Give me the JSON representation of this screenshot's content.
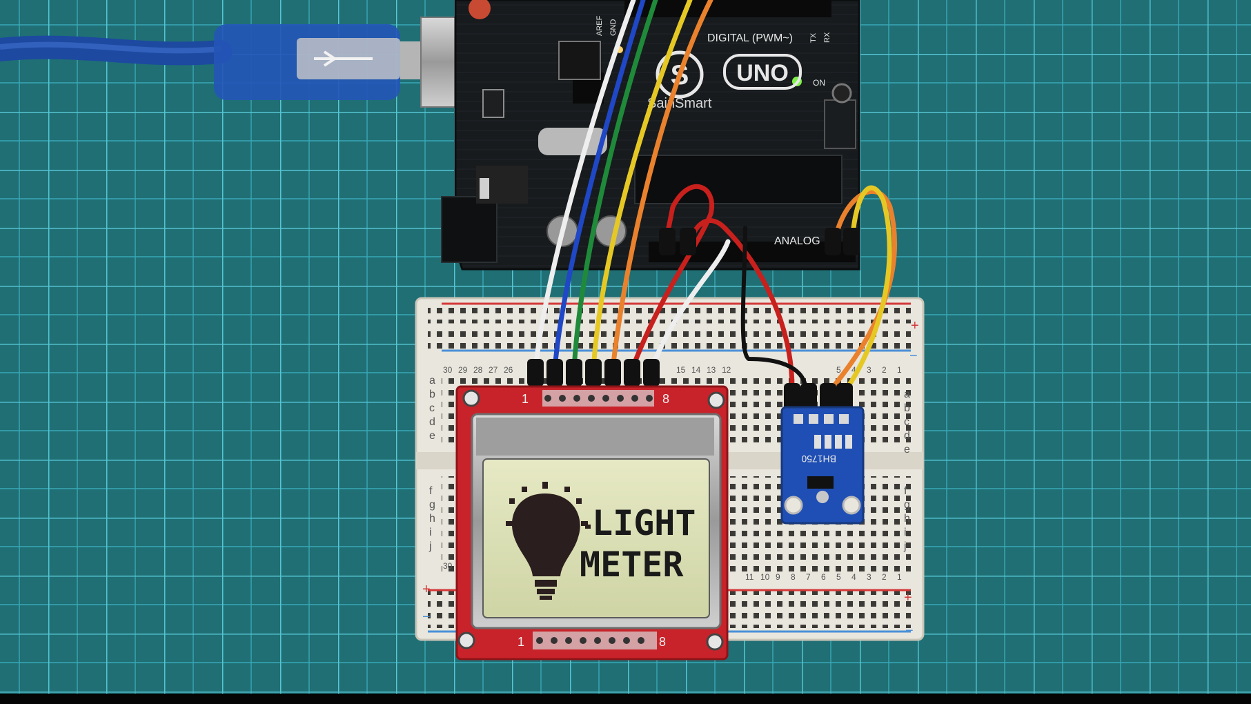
{
  "arduino": {
    "logo_text": "UNO",
    "brand_text": "SainSmart",
    "digital_label": "DIGITAL (PWM~)",
    "analog_label": "ANALOG",
    "on_label": "ON",
    "aref_label": "AREF",
    "gnd_label": "GND",
    "tx_label": "TX",
    "rx_label": "RX"
  },
  "lcd": {
    "line1": "LIGHT",
    "line2": "METER",
    "pin_start": "1",
    "pin_end": "8"
  },
  "sensor": {
    "chip_label": "BH1750"
  },
  "breadboard": {
    "plus_label": "+",
    "minus_label": "−",
    "row_letters_top": [
      "a",
      "b",
      "c",
      "d",
      "e"
    ],
    "row_letters_bottom": [
      "f",
      "g",
      "h",
      "i",
      "j"
    ],
    "col_30": "30",
    "col_29": "29",
    "col_28": "28",
    "col_27": "27",
    "col_26": "26",
    "col_15": "15",
    "col_14": "14",
    "col_13": "13",
    "col_12": "12",
    "col_11": "11",
    "col_10": "10",
    "col_9": "9",
    "col_8": "8",
    "col_7": "7",
    "col_6": "6",
    "col_5": "5",
    "col_4": "4",
    "col_3": "3",
    "col_2": "2",
    "col_1": "1"
  },
  "colors": {
    "cutting_mat": "#1e6f74",
    "grid_line": "#3fb9c6",
    "usb_cable": "#1f4fa8",
    "arduino_pcb": "#14181a",
    "breadboard": "#e9e6dd",
    "lcd_pcb": "#c8232a",
    "lcd_screen": "#dadfb2",
    "sensor_pcb": "#1f4fb4",
    "wire_white": "#eeeeee",
    "wire_blue": "#1f47c6",
    "wire_green": "#1f8a3a",
    "wire_yellow": "#e6c825",
    "wire_orange": "#e9812d",
    "wire_red": "#c8201d",
    "wire_black": "#111111"
  }
}
